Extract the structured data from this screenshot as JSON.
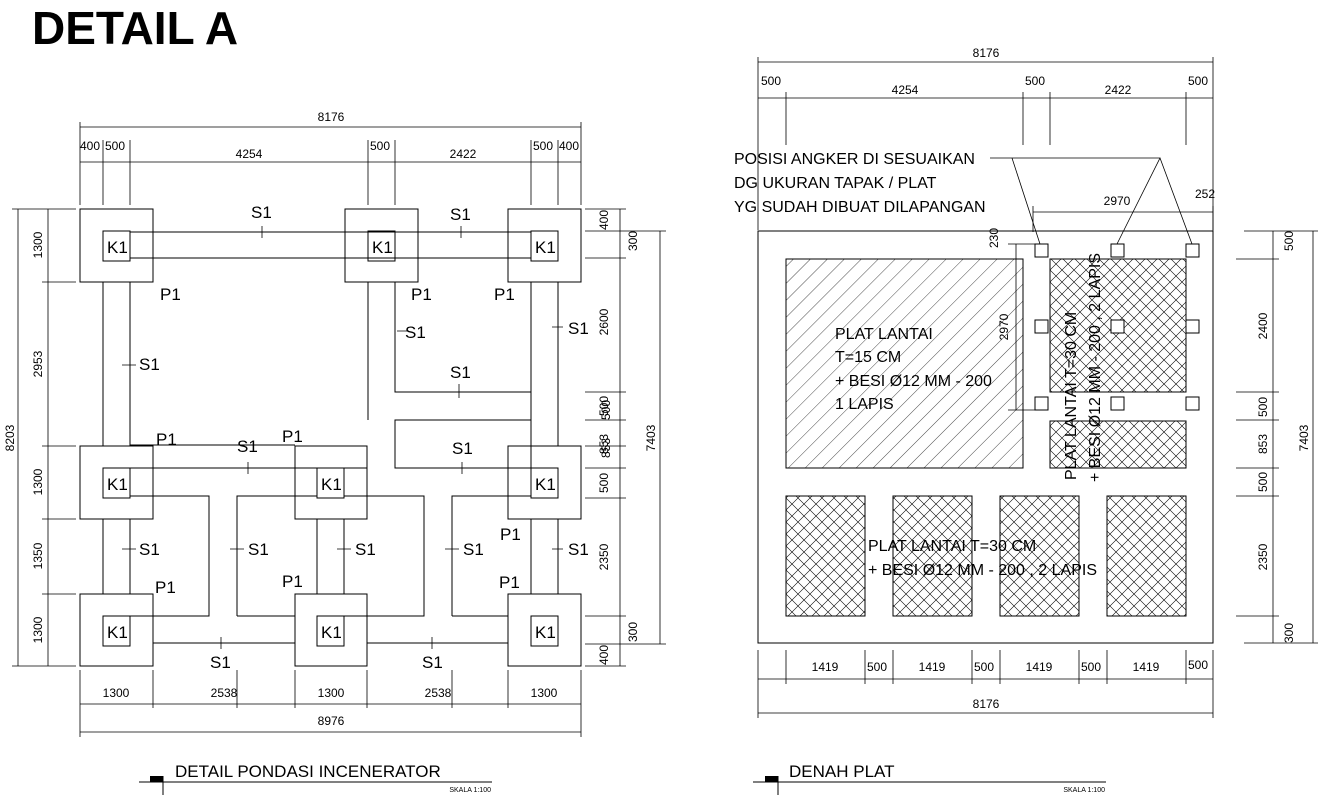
{
  "title": "DETAIL A",
  "left": {
    "caption": "DETAIL PONDASI INCENERATOR",
    "scale": "SKALA 1:100",
    "dims_top": {
      "total": "8176",
      "a": "400",
      "b": "500",
      "c": "4254",
      "d": "500",
      "e": "2422",
      "f": "500",
      "g": "400"
    },
    "dims_bottom": {
      "a": "1300",
      "b": "2538",
      "c": "1300",
      "d": "2538",
      "e": "1300",
      "total": "8976"
    },
    "dims_left": {
      "a": "1300",
      "b": "2953",
      "c": "1300",
      "d": "1350",
      "e": "1300",
      "total": "8203"
    },
    "dims_right": {
      "a": "400",
      "b": "300",
      "c": "2600",
      "d": "500",
      "e": "500",
      "f": "853",
      "g": "853",
      "h": "500",
      "i": "2350",
      "j": "300",
      "k": "400",
      "total": "7403"
    },
    "column": "K1",
    "pile": "P1",
    "beam": "S1"
  },
  "right": {
    "caption": "DENAH PLAT",
    "scale": "SKALA 1:100",
    "note": [
      "POSISI ANGKER DI SESUAIKAN",
      "DG UKURAN TAPAK / PLAT",
      "YG SUDAH DIBUAT DILAPANGAN"
    ],
    "dims_top": {
      "total": "8176",
      "a": "500",
      "b": "4254",
      "c": "500",
      "d": "2422",
      "e": "500"
    },
    "dims_inner": {
      "w": "2970",
      "s": "252",
      "h": "2970",
      "v": "230"
    },
    "dims_bottom": {
      "a": "1419",
      "b": "500",
      "c": "1419",
      "d": "500",
      "e": "1419",
      "f": "500",
      "g": "1419",
      "h": "500",
      "total": "8176"
    },
    "dims_right": {
      "a": "500",
      "b": "2400",
      "c": "500",
      "d": "853",
      "e": "500",
      "f": "2350",
      "g": "300",
      "total": "7403"
    },
    "slab1": [
      "PLAT LANTAI",
      "T=15 CM",
      "+ BESI Ø12 MM - 200",
      "1 LAPIS"
    ],
    "slab2": [
      "PLAT LANTAI T=30 CM",
      "+ BESI Ø12 MM - 200 , 2 LAPIS"
    ],
    "slab3": [
      "PLAT LANTAI T=30 CM",
      "+ BESI Ø12 MM - 200 , 2 LAPIS"
    ]
  }
}
